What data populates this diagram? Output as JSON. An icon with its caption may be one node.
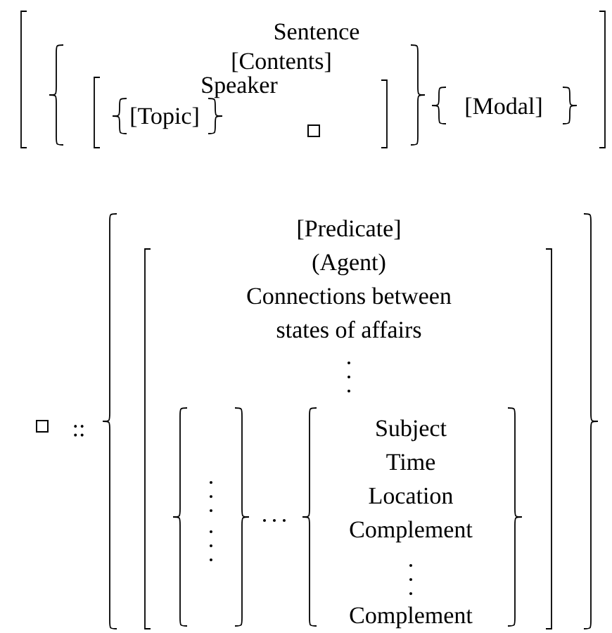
{
  "diagram": {
    "labels": [
      "Sentence",
      "[Contents]",
      "Speaker",
      "[Topic]",
      "[Modal]",
      "[Predicate]",
      "(Agent)",
      "Connections between",
      "states of affairs",
      "::",
      "Subject",
      "Time",
      "Location",
      "Complement",
      "Complement"
    ]
  }
}
